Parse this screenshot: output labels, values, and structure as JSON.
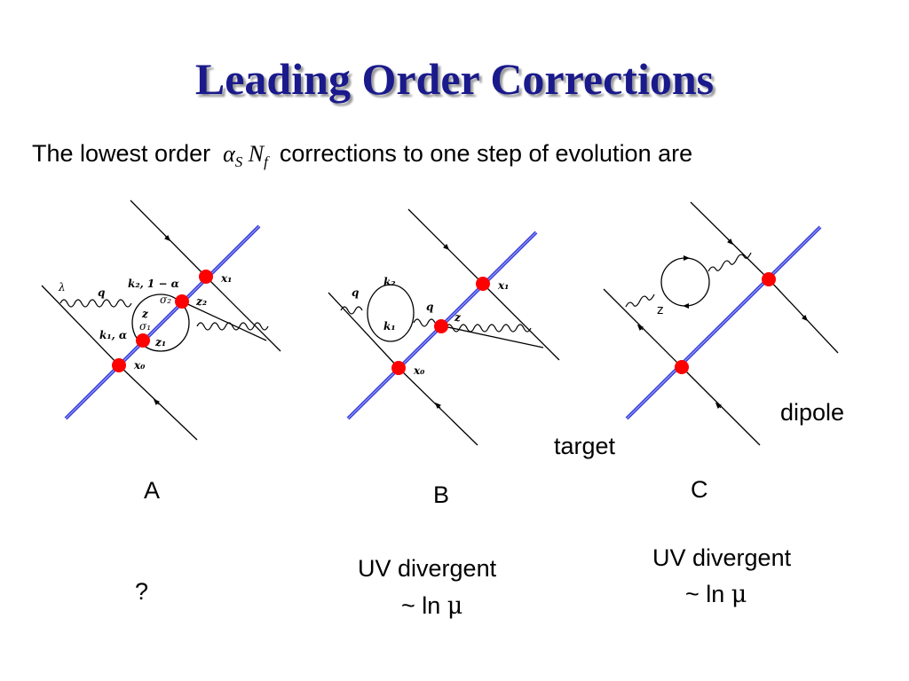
{
  "title": "Leading Order Corrections",
  "subtitle": {
    "before": "The lowest order",
    "math_alpha": "α",
    "math_alpha_sub": "S",
    "math_n": "N",
    "math_n_sub": "f",
    "after": "corrections to one step of evolution are"
  },
  "diagram_a": {
    "label": "A",
    "note": "?",
    "labels": {
      "lambda": "λ",
      "q": "q",
      "k2": "k₂, 1 − α",
      "k1": "k₁, α",
      "sigma2": "σ₂",
      "sigma1": "σ₁",
      "z": "z",
      "z2": "z₂",
      "z1": "z₁",
      "x1": "x₁",
      "x0": "x₀"
    }
  },
  "diagram_b": {
    "label": "B",
    "note_line1": "UV divergent",
    "note_line2_prefix": "~ ln ",
    "note_mu": "μ",
    "labels": {
      "q_left": "q",
      "k2": "k₂",
      "k1": "k₁",
      "q_right": "q",
      "z": "z",
      "x1": "x₁",
      "x0": "x₀"
    }
  },
  "diagram_c": {
    "label": "C",
    "note_line1": "UV divergent",
    "note_line2_prefix": "~ ln ",
    "note_mu": "μ",
    "z_label": "z",
    "target_label": "target",
    "dipole_label": "dipole"
  },
  "colors": {
    "title": "#1a1a8c",
    "shockwave": "#3a3ad6",
    "vertex": "#ff0000"
  }
}
